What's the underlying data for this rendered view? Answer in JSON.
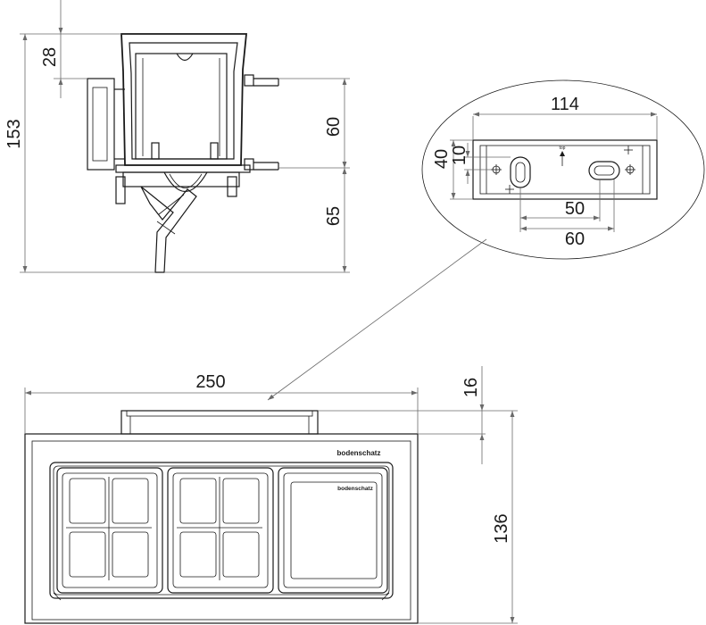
{
  "dimensions": {
    "side_top_offset": "28",
    "side_total_height": "153",
    "side_upper_span": "60",
    "side_lower_span": "65",
    "bracket_width": "114",
    "bracket_height": "40",
    "bracket_hole_offset": "10",
    "bracket_slot_spacing_inner": "50",
    "bracket_slot_spacing_outer": "60",
    "front_width": "250",
    "front_top_offset": "16",
    "front_height": "136"
  },
  "labels": {
    "brand_main": "bodenschatz",
    "brand_insert": "bodenschatz",
    "bracket_top_mark": "top"
  },
  "colors": {
    "line": "#1a1a1a",
    "dimension_line": "#6a6a6a",
    "background": "#ffffff"
  }
}
